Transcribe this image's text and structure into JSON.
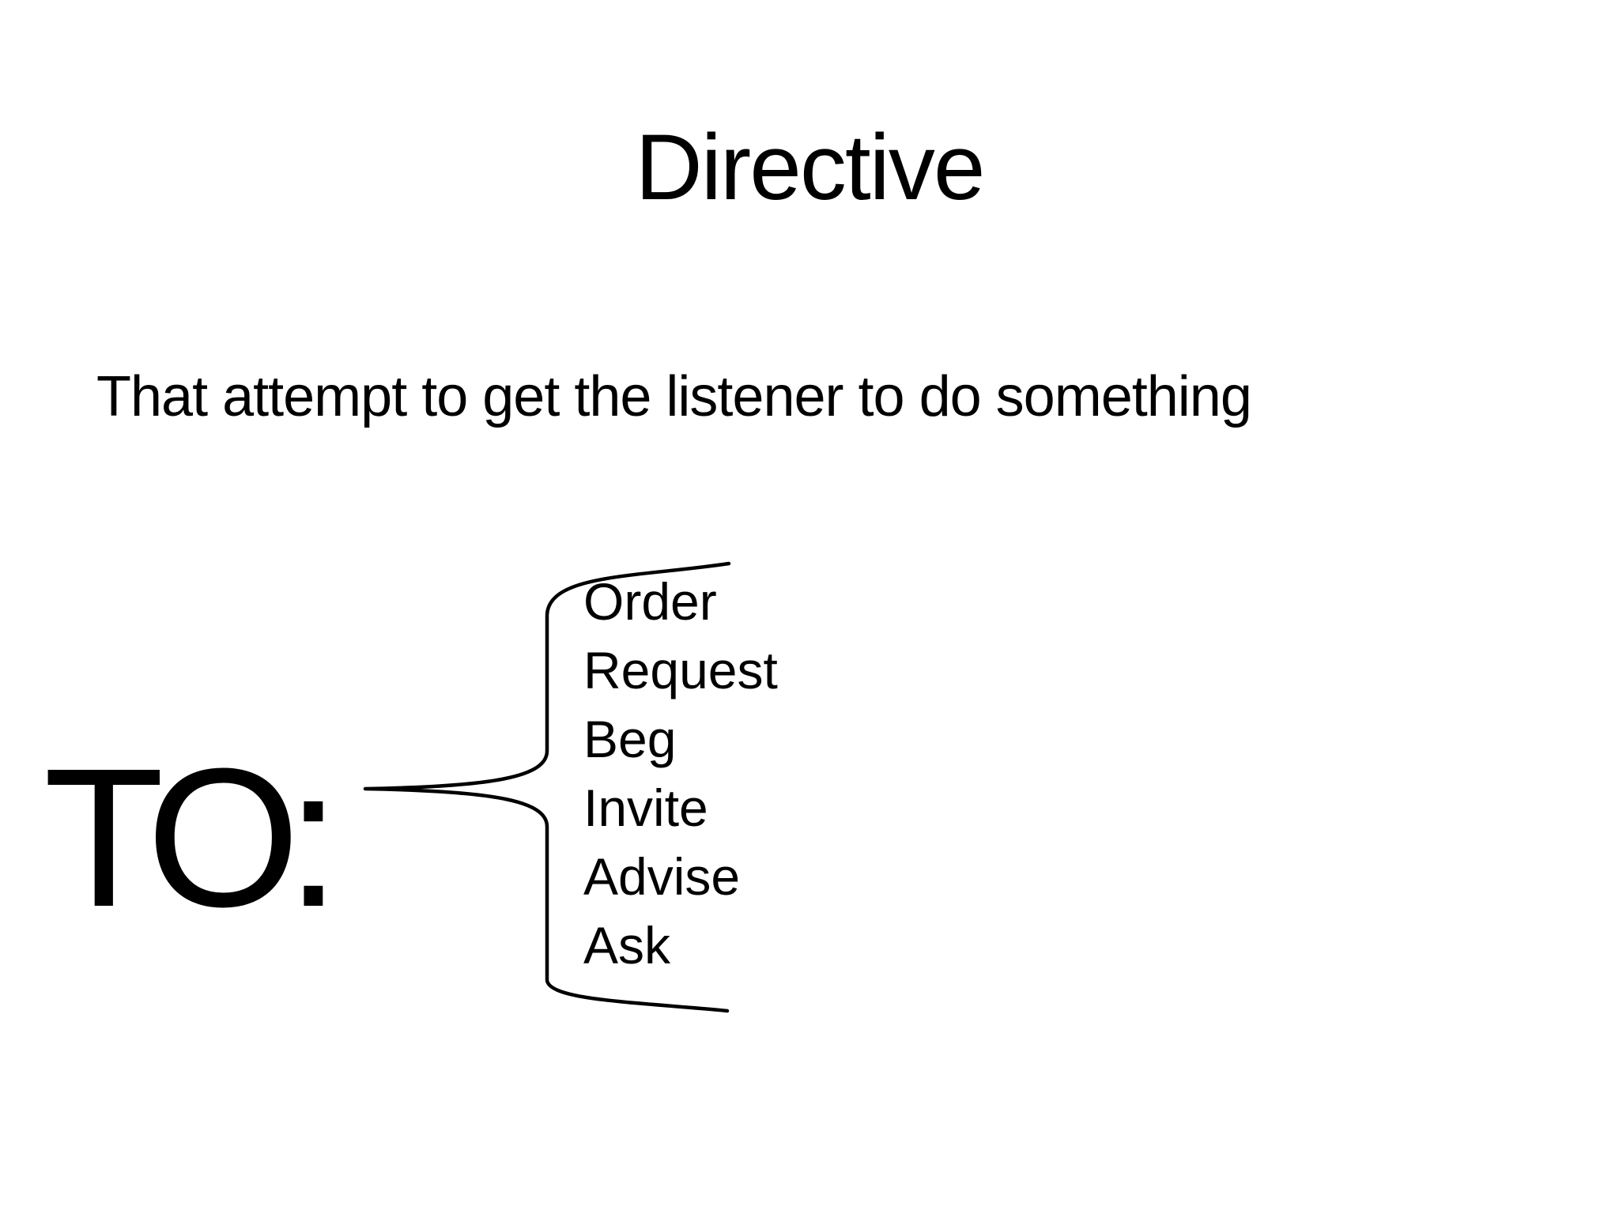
{
  "slide": {
    "title": "Directive",
    "subtitle": "That attempt to get the listener to do something",
    "label": "TO:",
    "items": [
      "Order",
      "Request",
      "Beg",
      "Invite",
      "Advise",
      "Ask"
    ]
  },
  "icons": {
    "brace": "left-curly-brace"
  },
  "colors": {
    "background": "#ffffff",
    "text": "#000000"
  }
}
